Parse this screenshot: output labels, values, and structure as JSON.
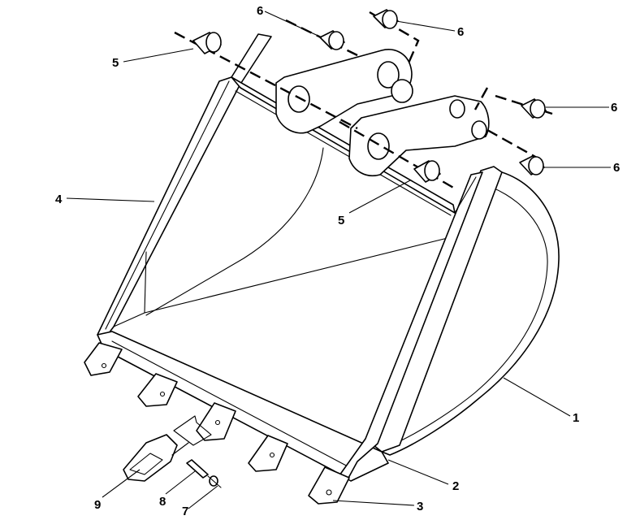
{
  "callouts": [
    {
      "id": "c1",
      "label": "1"
    },
    {
      "id": "c2",
      "label": "2"
    },
    {
      "id": "c3",
      "label": "3"
    },
    {
      "id": "c4",
      "label": "4"
    },
    {
      "id": "c5a",
      "label": "5"
    },
    {
      "id": "c5b",
      "label": "5"
    },
    {
      "id": "c6a",
      "label": "6"
    },
    {
      "id": "c6b",
      "label": "6"
    },
    {
      "id": "c6c",
      "label": "6"
    },
    {
      "id": "c6d",
      "label": "6"
    },
    {
      "id": "c7",
      "label": "7"
    },
    {
      "id": "c8",
      "label": "8"
    },
    {
      "id": "c9",
      "label": "9"
    }
  ]
}
